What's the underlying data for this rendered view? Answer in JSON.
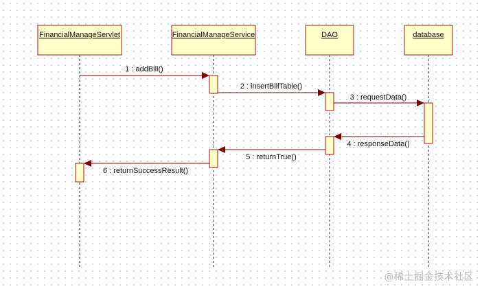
{
  "participants": [
    {
      "id": "servlet",
      "name": "FinancialManageServlet"
    },
    {
      "id": "service",
      "name": "FinancialManageService"
    },
    {
      "id": "dao",
      "name": "DAO"
    },
    {
      "id": "db",
      "name": "database"
    }
  ],
  "messages": [
    {
      "label": "1 : addBill()"
    },
    {
      "label": "2 : insertBillTable()"
    },
    {
      "label": "3 : requestData()"
    },
    {
      "label": "4 : responseData()"
    },
    {
      "label": "5 : returnTrue()"
    },
    {
      "label": "6 : returnSuccessResult()"
    }
  ],
  "colors": {
    "box_fill": "#ffffc8",
    "box_border": "#a31515",
    "arrow": "#800000",
    "lifeline": "#333333"
  },
  "watermark": "@稀土掘金技术社区"
}
